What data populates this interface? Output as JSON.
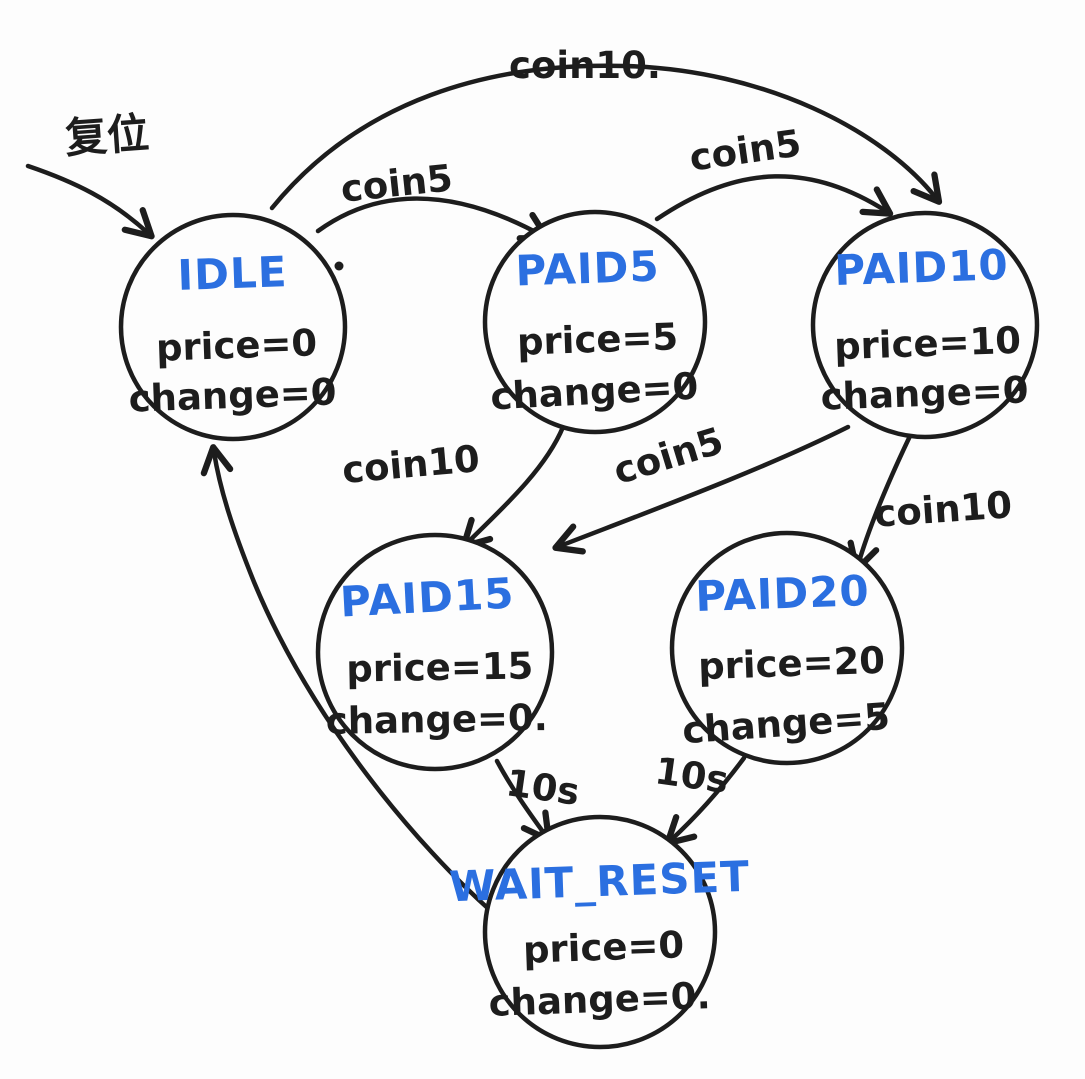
{
  "diagram": {
    "type": "state-machine",
    "description": "Hand-drawn vending machine FSM",
    "colors": {
      "ink": "#1d1d1d",
      "state_label_blue": "#2b6fe0",
      "background": "#fdfdfd"
    },
    "states": {
      "idle": {
        "name": "IDLE",
        "price": "price=0",
        "change": "change=0"
      },
      "paid5": {
        "name": "PAID5",
        "price": "price=5",
        "change": "change=0"
      },
      "paid10": {
        "name": "PAID10",
        "price": "price=10",
        "change": "change=0"
      },
      "paid15": {
        "name": "PAID15",
        "price": "price=15",
        "change": "change=0."
      },
      "paid20": {
        "name": "PAID20",
        "price": "price=20",
        "change": "change=5"
      },
      "wait_reset": {
        "name": "WAIT_RESET",
        "price": "price=0",
        "change": "change=0."
      }
    },
    "transitions": {
      "init": "复位",
      "idle_paid10": "coin10.",
      "idle_paid5": "coin5",
      "paid5_paid10": "coin5",
      "paid5_paid15": "coin10",
      "paid10_paid15": "coin5",
      "paid10_paid20": "coin10",
      "paid15_wait": "10s",
      "paid20_wait": "10s"
    }
  }
}
